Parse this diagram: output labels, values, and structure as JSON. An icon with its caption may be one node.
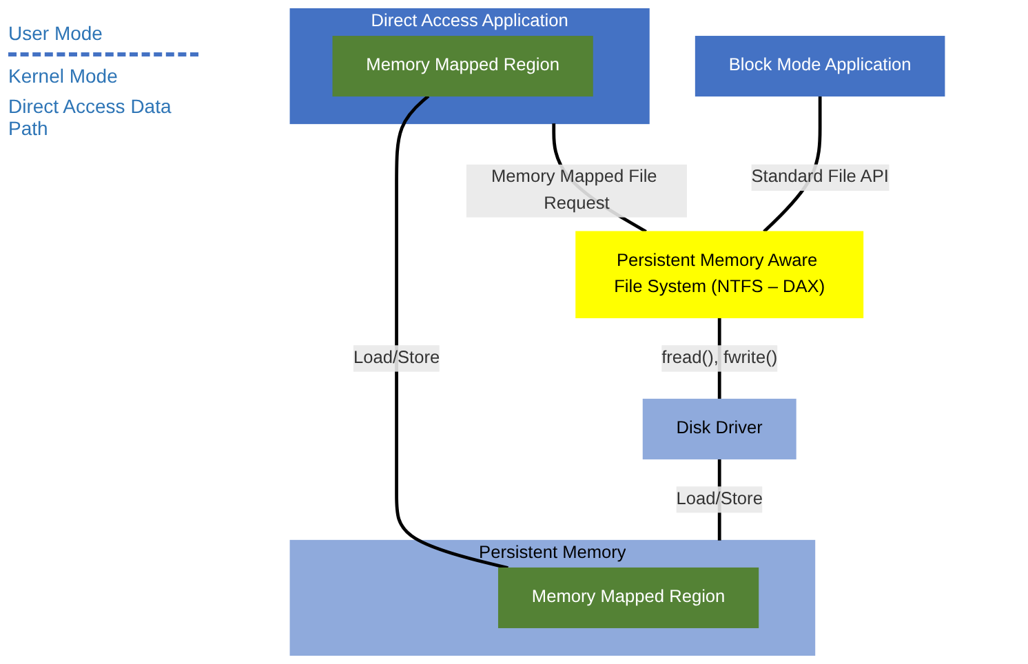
{
  "diagram": {
    "nodes": [
      {
        "text": [
          "Block Mode Application"
        ]
      },
      {
        "text": [
          "Direct Access Application"
        ]
      },
      {
        "text": [
          "Memory Mapped Region"
        ],
        "in": 1
      },
      {
        "text": [
          "Persistent Memory Aware File System (NTFS – DAX)"
        ]
      },
      {
        "text": [
          "Disk Driver"
        ]
      },
      {
        "text": [
          "Persistent Memory"
        ]
      },
      {
        "text": [
          "Memory Mapped Region"
        ],
        "in": 5
      }
    ],
    "edges": [
      {
        "from": 0,
        "to": 3,
        "arrow": "none",
        "label": "Standard File API"
      },
      {
        "from": 1,
        "to": 3,
        "arrow": "none",
        "label": "Memory Mapped File Request"
      },
      {
        "from": 3,
        "to": 4,
        "arrow": "none",
        "label": "fread(), fwrite()"
      },
      {
        "from": 4,
        "to": 5,
        "arrow": "none",
        "label": "Load/Store"
      },
      {
        "from": 2,
        "to": 6,
        "arrow": "none",
        "label": "Load/Store"
      }
    ],
    "labels": [
      "User Mode",
      "Kernel Mode",
      "Direct Access Data Path"
    ]
  }
}
